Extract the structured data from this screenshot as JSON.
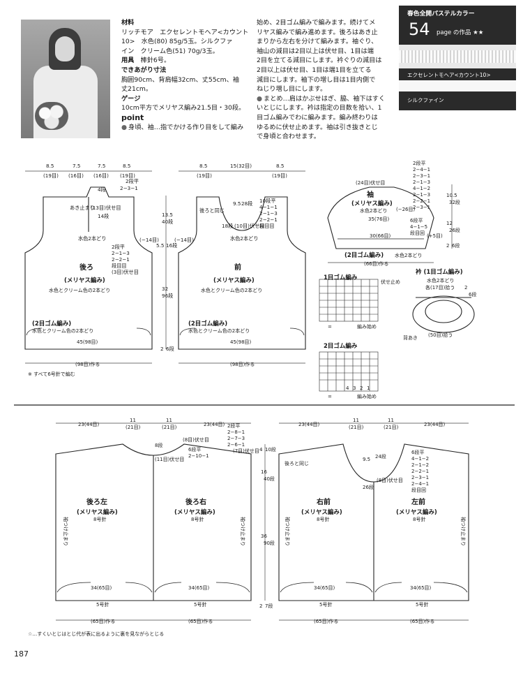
{
  "spec": {
    "materials_h": "材料",
    "materials_1": "リッチモア　エクセレントモヘア<カウント",
    "materials_2": "10>　水色(80) 85g/5玉。シルクファ",
    "materials_3": "イン　クリーム色(51) 70g/3玉。",
    "tools_h": "用具",
    "tools": "棒針6号。",
    "size_h": "できあがり寸法",
    "size_1": "胸囲90cm、背肩幅32cm、丈55cm、袖",
    "size_2": "丈21cm。",
    "gauge_h": "ゲージ",
    "gauge": "10cm平方でメリヤス編み21.5目・30段。",
    "point_h": "point",
    "point_1": "身頃、袖…指でかける作り目をして編み"
  },
  "col2": {
    "l1": "始め、2目ゴム編みで編みます。続けてメ",
    "l2": "リヤス編みで編み進めます。後ろはあき止",
    "l3": "まりから左右を分けて編みます。袖ぐり、",
    "l4": "袖山の減目は2目以上は伏せ目、1目は端",
    "l5": "2目を立てる減目にします。衿ぐりの減目は",
    "l6": "2目以上は伏せ目、1目は端1目を立てる",
    "l7": "減目にします。袖下の増し目は1目内側で",
    "l8": "ねじり増し目にします。",
    "l9": "まとめ…肩はかぶせはぎ、脇、袖下はすく",
    "l10": "いとじにします。衿は指定の目数を拾い、1",
    "l11": "目ゴム編みでわに編みます。編み終わりは",
    "l12": "ゆるめに伏せ止めます。袖は引き抜きとじ",
    "l13": "で身頃と合わせます。"
  },
  "panel": {
    "title": "春色全開パステルカラー",
    "number": "54",
    "page_label": "page の作品 ★★",
    "yarn1": "エクセレントモヘア<カウント10>",
    "yarn2": "シルクファイン"
  },
  "diagram": {
    "top_dims_back": [
      "8.5",
      "7.5",
      "7.5",
      "8.5"
    ],
    "top_stitches_back": [
      "(19目)",
      "(16目)",
      "(16目)",
      "(19目)"
    ],
    "top_dims_front": [
      "8.5",
      "15(32目)",
      "8.5"
    ],
    "top_stitches_front": [
      "(19目)",
      "(19目)"
    ],
    "back_title": "後ろ",
    "back_sub": "(メリヤス編み)",
    "back_yarn": "水色とクリーム色の2本どり",
    "back_rib": "(2目ゴム編み)",
    "back_rib_yarn": "水色とクリーム色の2本どり",
    "back_bottom": "45(98目)",
    "back_cast": "(98目)作る",
    "front_title": "前",
    "front_sub": "(メリヤス編み)",
    "front_yarn": "水色とクリーム色の2本どり",
    "front_rib": "(2目ゴム編み)",
    "front_rib_yarn": "水色とクリーム色の2本どり",
    "front_bottom": "45(98目)",
    "front_cast": "(98目)作る",
    "all_needles": "※ すべて6号針で編む",
    "side_13_5": "13.5",
    "side_40": "40段",
    "side_32": "32",
    "side_96": "96段",
    "side_2": "2",
    "side_6": "6段",
    "side_5_5": "5.5",
    "side_16": "16段",
    "minus14": "(−14目)",
    "minus14b": "(−14目)",
    "mizu2": "水色2本どり",
    "sleeve_title": "袖",
    "sleeve_sub": "(メリヤス編み)",
    "sleeve_yarn": "水色2本どり",
    "sleeve_top": "(24目)伏せ目",
    "sleeve_mid": "35(76目)",
    "sleeve_bot": "30(66目)",
    "sleeve_rib": "(2目ゴム編み)",
    "sleeve_rib_yarn": "水色2本どり",
    "sleeve_cast": "(66目)作る",
    "sleeve_minus26": "(−26目)",
    "sleeve_plus5": "(+5目)",
    "collar_title": "衿 (1目ゴム編み)",
    "collar_yarn": "水色2本どり",
    "collar_pick": "各(17目)拾う",
    "collar_back": "(50目)拾う",
    "collar_open": "背あき",
    "chart1_title": "1目ゴム編み",
    "chart1_end": "伏せ止め",
    "chart1_start": "編み始め",
    "chart2_title": "2目ゴム編み",
    "chart2_start": "編み始め",
    "chart2_nums": [
      "4",
      "3",
      "2",
      "1"
    ],
    "legend_eq": "=",
    "lower_top": [
      "23(44目)",
      "11",
      "(21目)",
      "11",
      "(21目)",
      "23(44目)"
    ],
    "lower_top_r": [
      "23(44目)",
      "11",
      "(21目)",
      "11",
      "(21目)",
      "23(44目)"
    ],
    "back_left_title": "後ろ左",
    "back_left_sub": "(メリヤス編み)",
    "back_left_needle": "8号針",
    "back_right_title": "後ろ右",
    "back_right_sub": "(メリヤス編み)",
    "back_right_needle": "8号針",
    "right_front_title": "右前",
    "right_front_sub": "(メリヤス編み)",
    "right_front_needle": "8号針",
    "left_front_title": "左前",
    "left_front_sub": "(メリヤス編み)",
    "left_front_needle": "8号針",
    "lower_bottom": [
      "34(65目)",
      "34(65目)",
      "34(65目)",
      "34(65目)"
    ],
    "lower_needle": [
      "5号針",
      "5号針",
      "5号針",
      "5号針"
    ],
    "lower_cast": [
      "(65目)作る",
      "(65目)作る",
      "(65目)作る",
      "(65目)作る"
    ],
    "sleeve_stop": "袖つけ止まり",
    "lower_36": "36",
    "lower_90": "90段",
    "lower_16": "16",
    "lower_40": "40段",
    "lower_4": "4",
    "lower_10": "10段",
    "lower_2": "2",
    "lower_7": "7段",
    "lower_9_5": "9.5",
    "lower_24": "24段",
    "lower_26": "26段",
    "lower_8": "8段",
    "lower_11b": "(11目)伏せ目",
    "lower_8b": "(8目)伏せ目",
    "lower_8c": "(8目)伏せ目",
    "lower_7c": "(7目)伏せ目",
    "same_back": "後ろと同じ",
    "footnote": "☆…すくいとじはとじ代が表に出るように裏を見ながらとじる",
    "back_note_13": "(13目)伏せ目",
    "back_note_3": "(3目)伏せ目",
    "back_note_14": "14段",
    "back_note_4": "4段",
    "open_stop": "あき止まり",
    "same_as_back": "後ろと同じ",
    "front_10": "(10目)伏せ目",
    "front_18": "18段",
    "front_9_5": "9.5",
    "front_28": "28段",
    "steps_back": [
      "2段平",
      "2−3−1"
    ],
    "steps_back2": [
      "2段平",
      "2−1−3",
      "2−2−1",
      "段目目",
      "(3目)伏せ目"
    ],
    "steps_front": [
      "10段平",
      "4−1−1",
      "2−1−3",
      "2−2−1",
      "段目目"
    ],
    "steps_sleeve_l": [
      "2段平",
      "2−4−1",
      "2−3−1",
      "2−1−3",
      "4−1−2",
      "2−1−3",
      "2−2−1",
      "2−3−1"
    ],
    "steps_sleeve_b": [
      "6段平",
      "4−1−5",
      "段目回"
    ],
    "steps_lower1": [
      "2段平",
      "2−8−1",
      "2−7−3",
      "2−6−1"
    ],
    "steps_lower2": [
      "6段平",
      "2−10−1"
    ],
    "steps_lower3": [
      "6段平",
      "4−1−2",
      "2−1−2",
      "2−2−1",
      "2−3−1",
      "2−4−1",
      "段目回"
    ],
    "page_number": "187",
    "sleeve_10_5": "10.5",
    "sleeve_32": "32段",
    "sleeve_12": "12",
    "sleeve_26": "26段",
    "sleeve_2": "2",
    "sleeve_6": "6段",
    "collar_2": "2",
    "collar_6": "6段"
  }
}
